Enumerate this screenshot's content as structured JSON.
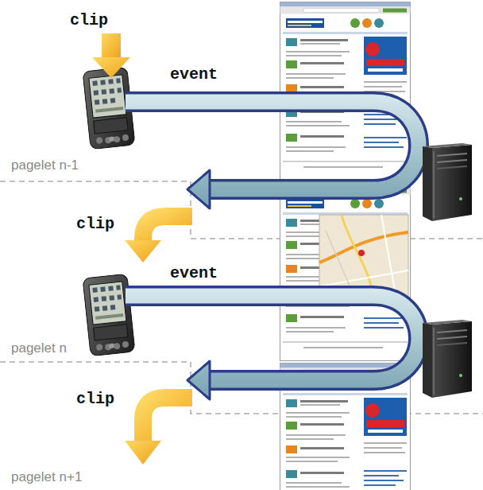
{
  "diagram": {
    "labels": [
      "clip",
      "event",
      "pagelet n-1",
      "clip",
      "event",
      "pagelet n",
      "clip",
      "pagelet n+1"
    ]
  }
}
